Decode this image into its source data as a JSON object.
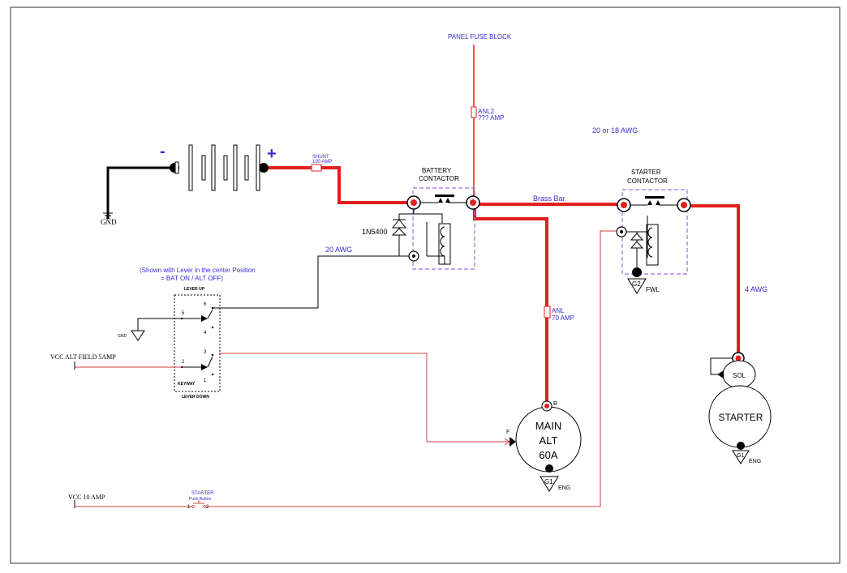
{
  "labels": {
    "panel_fuse_block": "PANEL FUSE BLOCK",
    "anl2_name": "ANL2",
    "anl2_amp": "??? AMP",
    "awg_20_18": "20 or 18 AWG",
    "shunt_name": "SHUNT",
    "shunt_amp": "100 AMP",
    "battery_contactor_1": "BATTERY",
    "battery_contactor_2": "CONTACTOR",
    "starter_contactor_1": "STARTER",
    "starter_contactor_2": "CONTACTOR",
    "brass_bar": "Brass Bar",
    "diode": "1N5400",
    "gnd": "GND",
    "awg_20": "20 AWG",
    "awg_4": "4 AWG",
    "lever_note_1": "(Shown with Lever in the center Position",
    "lever_note_2": "= BAT ON / ALT OFF)",
    "lever_up": "LEVER UP",
    "lever_down": "LEVER DOWN",
    "keyway": "KEYWAY",
    "pin_6": "6",
    "pin_5": "5",
    "pin_4": "4",
    "pin_3": "3",
    "pin_2": "2",
    "pin_1": "1",
    "switch_gnd": "GND",
    "vcc_alt_field": "VCC ALT FIELD 5AMP",
    "anl_name": "ANL",
    "anl_amp": "70 AMP",
    "alt_b": "B",
    "alt_f": "F",
    "alt_line1": "MAIN",
    "alt_line2": "ALT",
    "alt_line3": "60A",
    "g1_alt": "G1",
    "eng_alt": "ENG",
    "g2": "G2",
    "fwl": "FWL",
    "sol": "SOL",
    "starter": "STARTER",
    "g1_starter": "G1",
    "eng_starter": "ENG",
    "vcc_10": "VCC 10 AMP",
    "pb_line1": "STARTER",
    "pb_line2": "Push Button",
    "pb_pin1": "1",
    "pb_pin2": "2",
    "minus": "-",
    "plus": "+"
  },
  "colors": {
    "heavy_wire": "#e0201c",
    "thin_wire": "#d04040",
    "label_blue": "#3a2bd1",
    "contactor_dash": "#9a6fe0"
  }
}
